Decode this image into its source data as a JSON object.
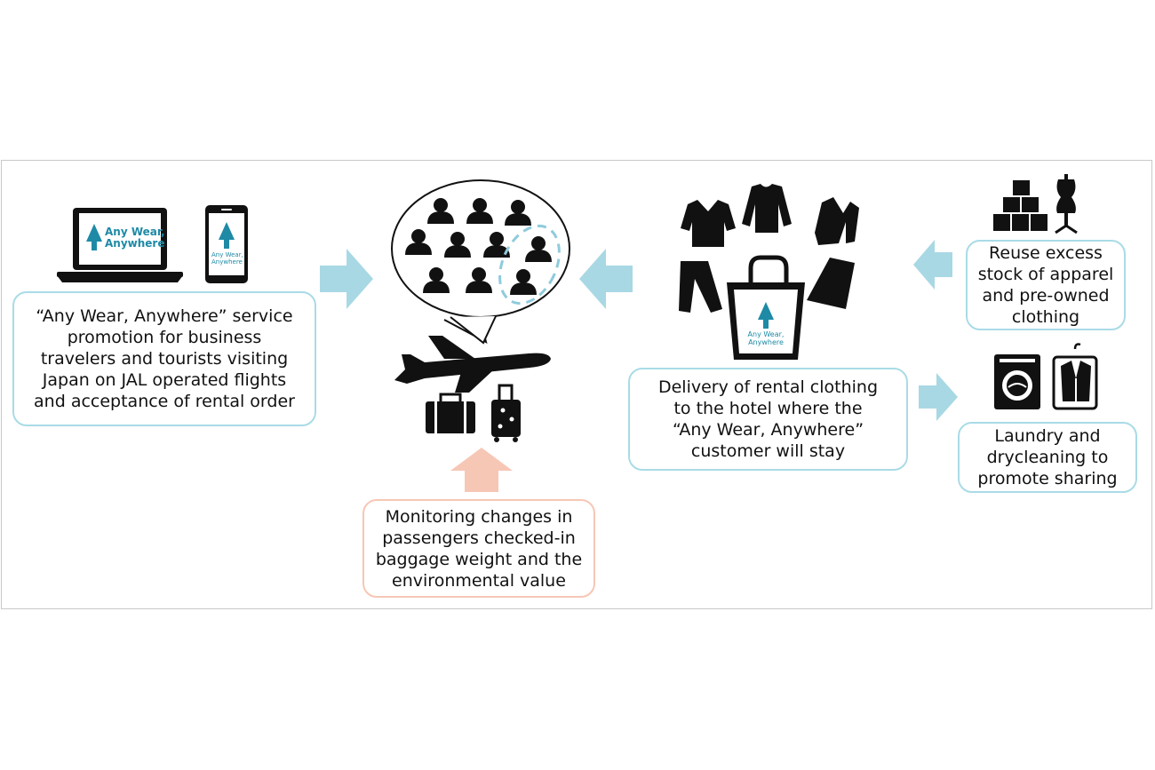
{
  "colors": {
    "arrow_blue": "#a8d8e4",
    "arrow_pink": "#f7c7b6",
    "logo_teal": "#1e8aa6",
    "box_border_blue": "#a9dbe6",
    "box_border_pink": "#f6c7b5",
    "icon": "#111111"
  },
  "logo": {
    "line1": "Any Wear,",
    "line2": "Anywhere"
  },
  "boxes": {
    "promotion": {
      "lines": [
        "“Any Wear, Anywhere” service",
        "promotion for business",
        "travelers and tourists visiting",
        "Japan on JAL operated flights",
        "and acceptance of rental order"
      ]
    },
    "monitoring": {
      "lines": [
        "Monitoring changes in",
        "passengers checked-in",
        "baggage weight and the",
        "environmental value"
      ]
    },
    "delivery": {
      "lines": [
        "Delivery of rental clothing",
        "to the hotel where the",
        "“Any Wear, Anywhere”",
        "customer will stay"
      ]
    },
    "reuse": {
      "lines": [
        "Reuse excess",
        "stock of apparel",
        "and pre-owned",
        "clothing"
      ]
    },
    "laundry": {
      "lines": [
        "Laundry and",
        "drycleaning to",
        "promote sharing"
      ]
    }
  }
}
